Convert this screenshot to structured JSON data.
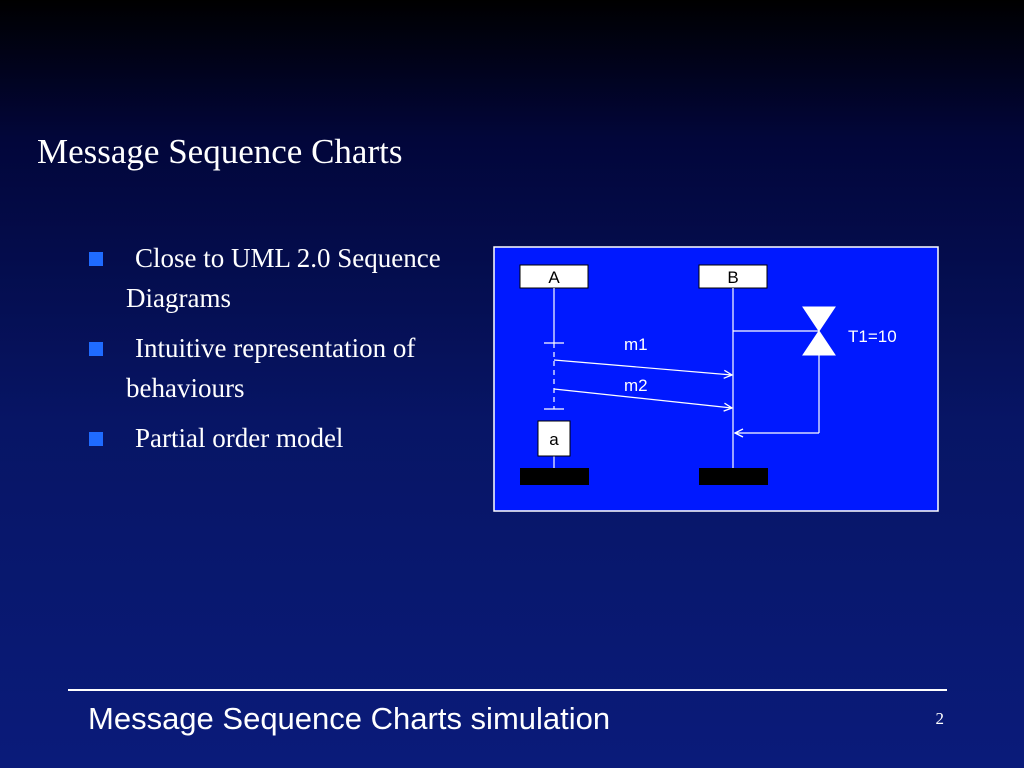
{
  "slide": {
    "title": "Message Sequence Charts",
    "bullets": [
      {
        "text": "Close to UML 2.0 Sequence Diagrams"
      },
      {
        "text": "Intuitive representation of behaviours"
      },
      {
        "text": "Partial order model"
      }
    ]
  },
  "diagram": {
    "instances": [
      "A",
      "B"
    ],
    "messages": [
      "m1",
      "m2"
    ],
    "action": "a",
    "timer": "T1=10",
    "colors": {
      "frame_fill": "#0019ff",
      "frame_border": "#ffffff",
      "lines": "#ffffff",
      "end_bar": "#000000"
    }
  },
  "footer": {
    "title": "Message Sequence Charts simulation",
    "page_number": "2"
  },
  "colors": {
    "bullet": "#1f6bff",
    "background": "#071565"
  }
}
